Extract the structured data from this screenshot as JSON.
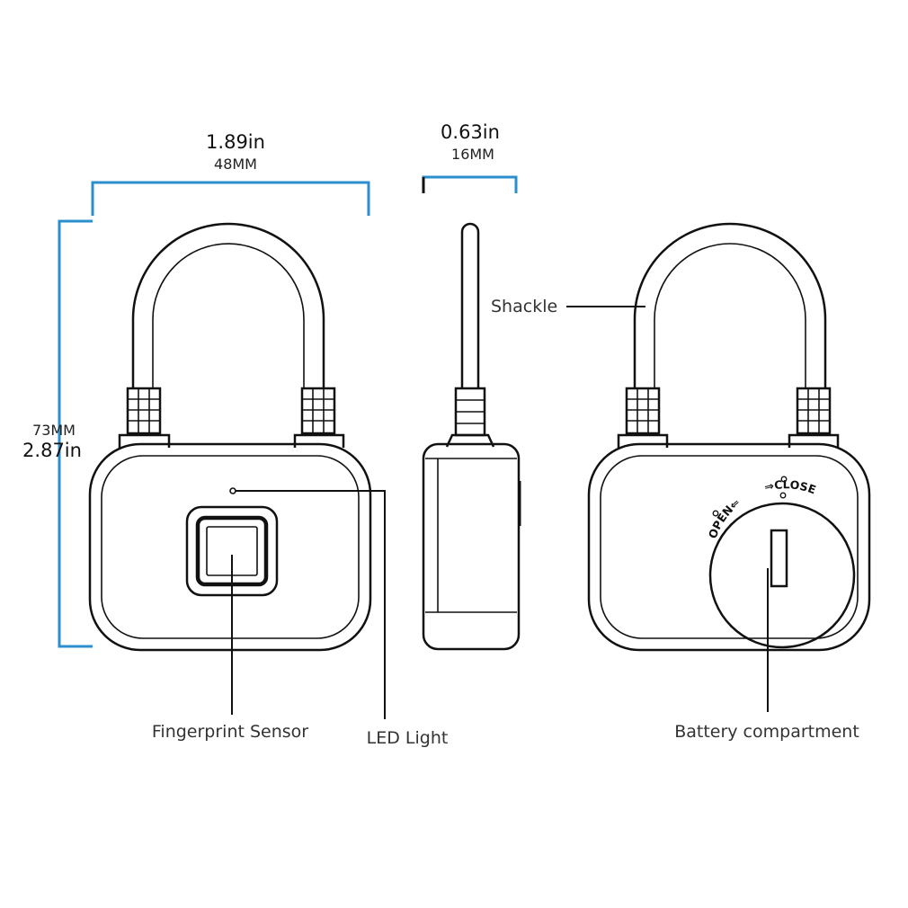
{
  "colors": {
    "dimension_line": "#2b8fcf",
    "outline": "#111111",
    "label_text": "#333333"
  },
  "dimensions": {
    "width_in": "1.89in",
    "width_mm": "48MM",
    "depth_in": "0.63in",
    "depth_mm": "16MM",
    "height_mm": "73MM",
    "height_in": "2.87in"
  },
  "callouts": {
    "shackle": "Shackle",
    "fingerprint_sensor": "Fingerprint Sensor",
    "led_light": "LED Light",
    "battery_compartment": "Battery compartment"
  },
  "battery_cover": {
    "open_label": "OPEN",
    "close_label": "CLOSE",
    "open_arrow": "⇐",
    "close_arrow": "⇒"
  }
}
